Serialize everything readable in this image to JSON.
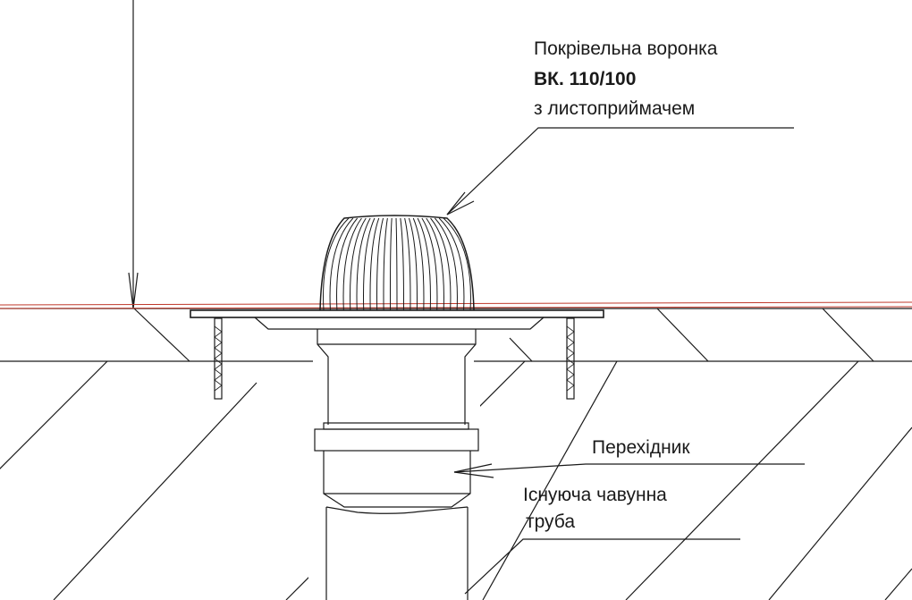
{
  "labels": {
    "funnel_line1": "Покрівельна воронка",
    "funnel_model": "ВК. 110/100",
    "funnel_line3": "з листоприймачем",
    "adapter": "Перехідник",
    "pipe_line1": "Існуюча чавунна",
    "pipe_line2": "труба"
  },
  "colors": {
    "lines": "#1a1a1a",
    "membrane": "#c0392b"
  }
}
